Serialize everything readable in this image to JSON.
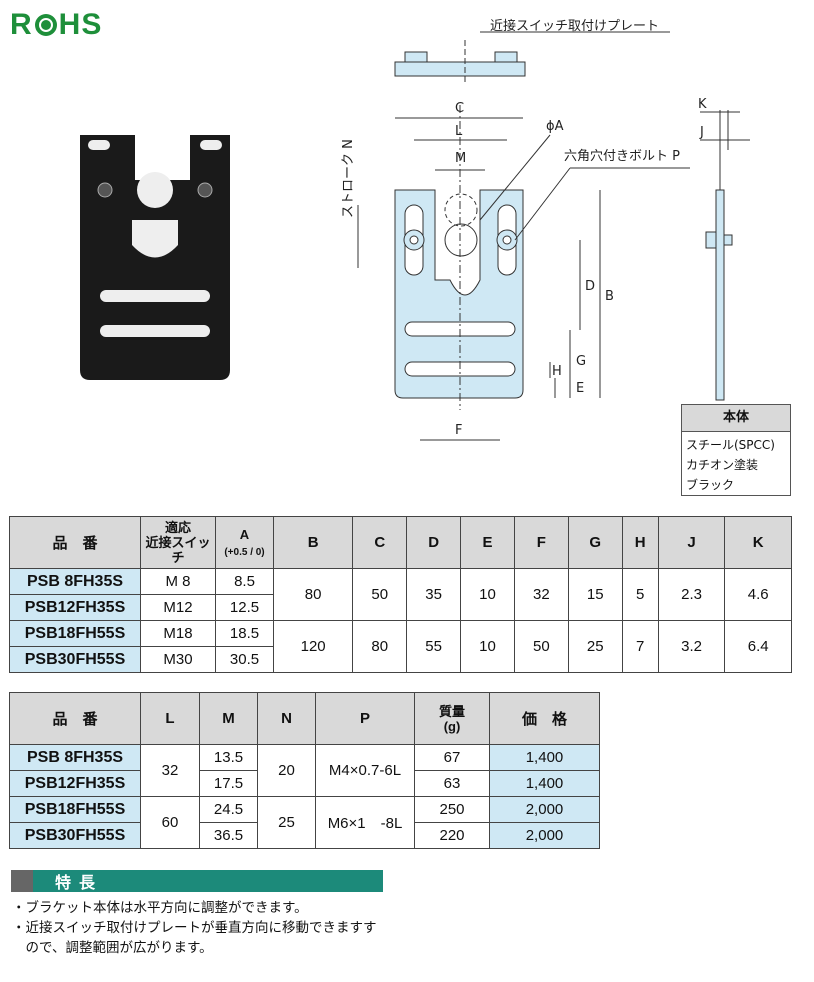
{
  "logo": {
    "text": "RoHS"
  },
  "drawing": {
    "plate_label": "近接スイッチ取付けプレート",
    "dim_C": "C",
    "dim_L": "L",
    "dim_M": "M",
    "dim_phiA": "ϕA",
    "bolt_label": "六角穴付きボルト P",
    "stroke_label": "ストローク N",
    "dim_D": "D",
    "dim_B": "B",
    "dim_G": "G",
    "dim_H": "H",
    "dim_E": "E",
    "dim_F": "F",
    "dim_K": "K",
    "dim_J": "J"
  },
  "material": {
    "header": "本体",
    "lines": [
      "スチール(SPCC)",
      "カチオン塗装",
      "ブラック"
    ]
  },
  "table1": {
    "headers": {
      "part": "品　番",
      "sensor_line1": "適応",
      "sensor_line2": "近接スイッチ",
      "A": "A",
      "A_tol": "(+0.5 / 0)",
      "B": "B",
      "C": "C",
      "D": "D",
      "E": "E",
      "F": "F",
      "G": "G",
      "H": "H",
      "J": "J",
      "K": "K"
    },
    "rows": [
      {
        "part": "PSB 8FH35S",
        "sensor": "M 8",
        "A": "8.5"
      },
      {
        "part": "PSB12FH35S",
        "sensor": "M12",
        "A": "12.5"
      },
      {
        "part": "PSB18FH55S",
        "sensor": "M18",
        "A": "18.5"
      },
      {
        "part": "PSB30FH55S",
        "sensor": "M30",
        "A": "30.5"
      }
    ],
    "groups": [
      {
        "B": "80",
        "C": "50",
        "D": "35",
        "E": "10",
        "F": "32",
        "G": "15",
        "H": "5",
        "J": "2.3",
        "K": "4.6"
      },
      {
        "B": "120",
        "C": "80",
        "D": "55",
        "E": "10",
        "F": "50",
        "G": "25",
        "H": "7",
        "J": "3.2",
        "K": "6.4"
      }
    ]
  },
  "table2": {
    "headers": {
      "part": "品　番",
      "L": "L",
      "M": "M",
      "N": "N",
      "P": "P",
      "mass_line1": "質量",
      "mass_line2": "(g)",
      "price": "価　格"
    },
    "rows": [
      {
        "part": "PSB 8FH35S",
        "M": "13.5",
        "mass": "67",
        "price": "1,400"
      },
      {
        "part": "PSB12FH35S",
        "M": "17.5",
        "mass": "63",
        "price": "1,400"
      },
      {
        "part": "PSB18FH55S",
        "M": "24.5",
        "mass": "250",
        "price": "2,000"
      },
      {
        "part": "PSB30FH55S",
        "M": "36.5",
        "mass": "220",
        "price": "2,000"
      }
    ],
    "groups": [
      {
        "L": "32",
        "N": "20",
        "P": "M4×0.7-6L"
      },
      {
        "L": "60",
        "N": "25",
        "P": "M6×1　-8L"
      }
    ]
  },
  "features": {
    "title": "特長",
    "items": [
      "・ブラケット本体は水平方向に調整ができます。",
      "・近接スイッチ取付けプレートが垂直方向に移動できますす",
      "　ので、調整範囲が広がります。"
    ]
  },
  "colors": {
    "plate_blue": "#cfe8f4",
    "header_gray": "#d9d9d9",
    "feature_green": "#1c8a7a",
    "rohs_green": "#1e8f3a"
  }
}
